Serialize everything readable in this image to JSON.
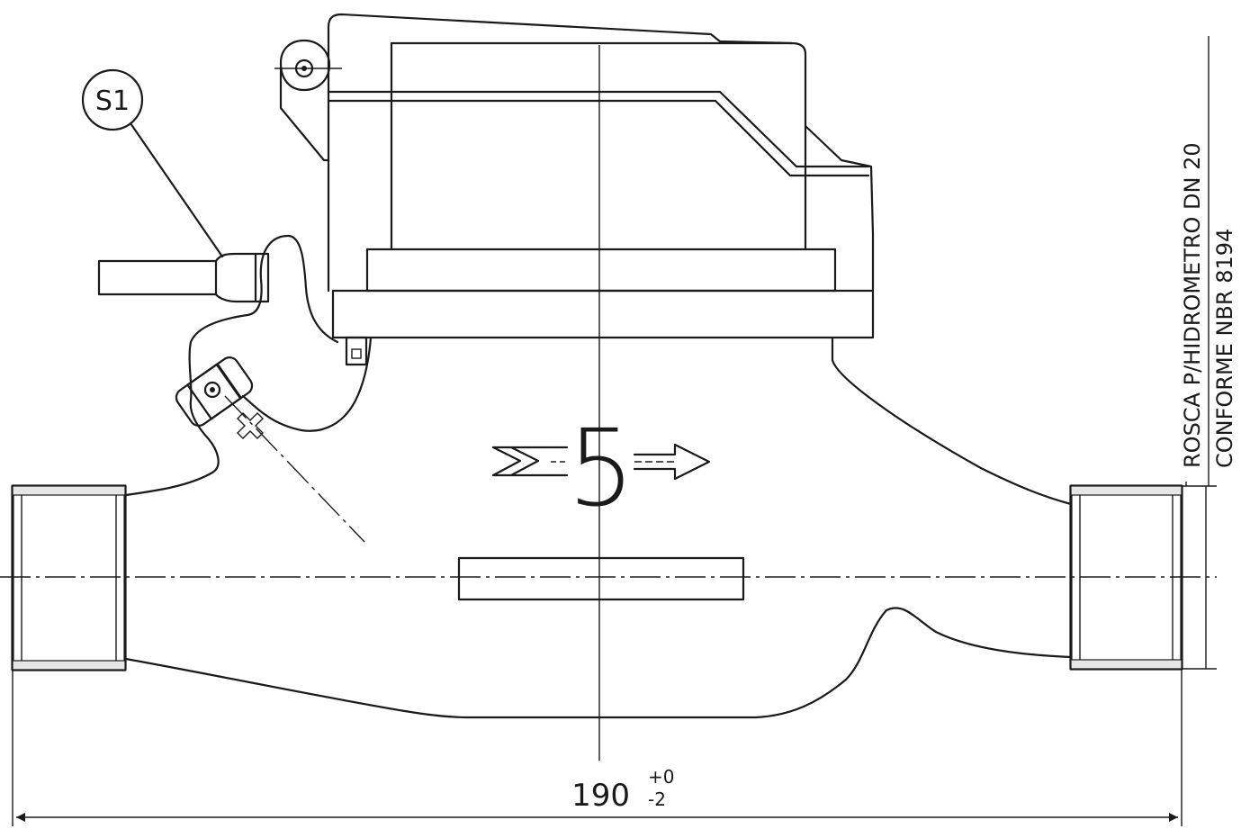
{
  "balloon": {
    "label": "S1"
  },
  "dimension": {
    "value": "190",
    "tol_upper": "+0",
    "tol_lower": "-2"
  },
  "marking": {
    "class_number": "5"
  },
  "note": {
    "line1": "ROSCA P/HIDROMETRO DN 20",
    "line2": "CONFORME NBR 8194"
  }
}
